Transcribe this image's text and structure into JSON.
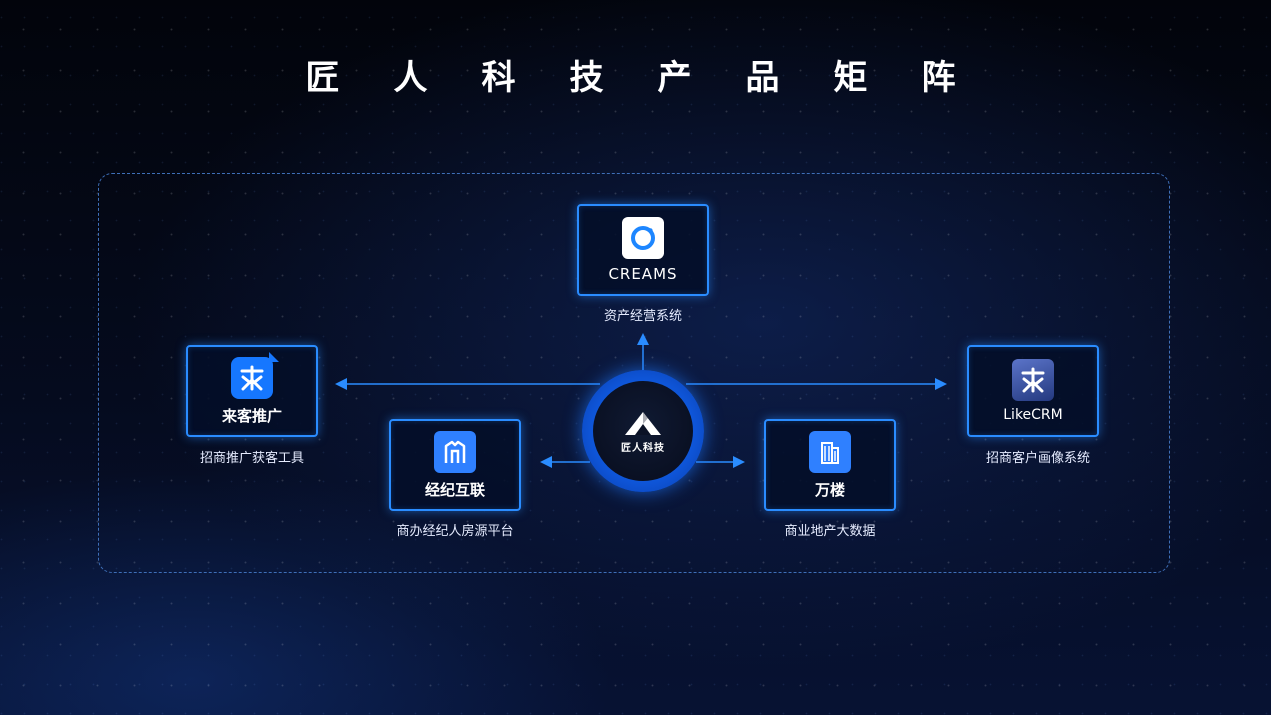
{
  "page": {
    "title": "匠人科技产品矩阵"
  },
  "hub": {
    "label": "匠人科技",
    "icon": "mountain-a-icon"
  },
  "products": [
    {
      "key": "creams",
      "name": "CREAMS",
      "caption": "资产经营系统",
      "icon": "ring-icon"
    },
    {
      "key": "laike",
      "name": "来客推广",
      "caption": "招商推广获客工具",
      "icon": "lai-chat-icon"
    },
    {
      "key": "likecrm",
      "name": "LikeCRM",
      "caption": "招商客户画像系统",
      "icon": "lai-square-icon"
    },
    {
      "key": "jingji",
      "name": "经纪互联",
      "caption": "商办经纪人房源平台",
      "icon": "building-outline-icon"
    },
    {
      "key": "wanlou",
      "name": "万楼",
      "caption": "商业地产大数据",
      "icon": "skyscraper-icon"
    }
  ],
  "colors": {
    "accent": "#2a8cff",
    "frame": "#3e6fb8",
    "background": "#03060f",
    "hub": "#1b7bff"
  }
}
